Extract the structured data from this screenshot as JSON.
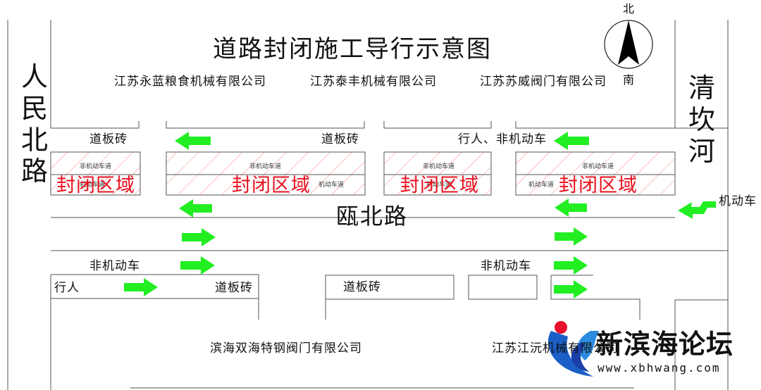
{
  "title": "道路封闭施工导行示意图",
  "compass": {
    "north": "北",
    "south": "南"
  },
  "roads": {
    "west": "人民北路",
    "east": "清坎河",
    "main": "瓯北路"
  },
  "companies": {
    "north": [
      "江苏永蓝粮食机械有限公司",
      "江苏泰丰机械有限公司",
      "江苏苏威阀门有限公司"
    ],
    "south": [
      "滨海双海特钢阀门有限公司",
      "江苏江沅机械有限公司"
    ]
  },
  "labels": {
    "sidewalk_tile": "道板砖",
    "pedestrian_nonmotor": "行人、非机动车",
    "non_motor": "非机动车",
    "pedestrian": "行人",
    "motor_vehicle": "机动车"
  },
  "zones": {
    "closed_area": "封闭区域",
    "non_motor_lane": "非机动车道",
    "motor_lane": "机动车道"
  },
  "colors": {
    "arrow": "#22ee22",
    "closed": "#e8101e",
    "hatch": "#ff7777",
    "line": "#555555"
  },
  "watermark": {
    "name": "新滨海论坛",
    "url": "www.xbhwang.com"
  }
}
